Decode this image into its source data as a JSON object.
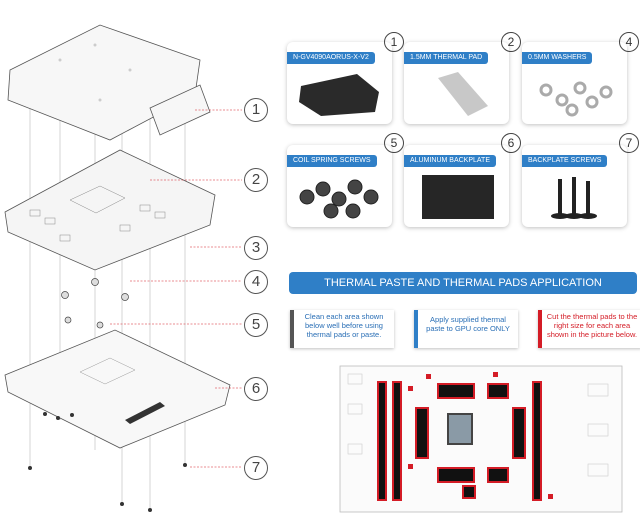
{
  "callouts": [
    "1",
    "2",
    "3",
    "4",
    "5",
    "6",
    "7"
  ],
  "cards": [
    {
      "num": "1",
      "label": "N-GV4090AORUS-X-V2"
    },
    {
      "num": "2",
      "label": "1.5MM THERMAL PAD"
    },
    {
      "num": "4",
      "label": "0.5MM WASHERS"
    },
    {
      "num": "5",
      "label": "COIL SPRING SCREWS"
    },
    {
      "num": "6",
      "label": "ALUMINUM BACKPLATE"
    },
    {
      "num": "7",
      "label": "BACKPLATE SCREWS"
    }
  ],
  "banner": "THERMAL PASTE AND THERMAL PADS APPLICATION",
  "notes": [
    {
      "text": "Clean each area shown below well before using thermal pads or paste.",
      "bar_color": "#555555"
    },
    {
      "text": "Apply supplied thermal paste to GPU core ONLY",
      "bar_color": "#2f7fc7"
    },
    {
      "text": "Cut the thermal pads to the right size for each area shown in the picture below.",
      "bar_color": "#d41c26"
    }
  ],
  "colors": {
    "accent": "#2f7fc7",
    "pad_red": "#d41c26",
    "pad_black": "#111111"
  }
}
